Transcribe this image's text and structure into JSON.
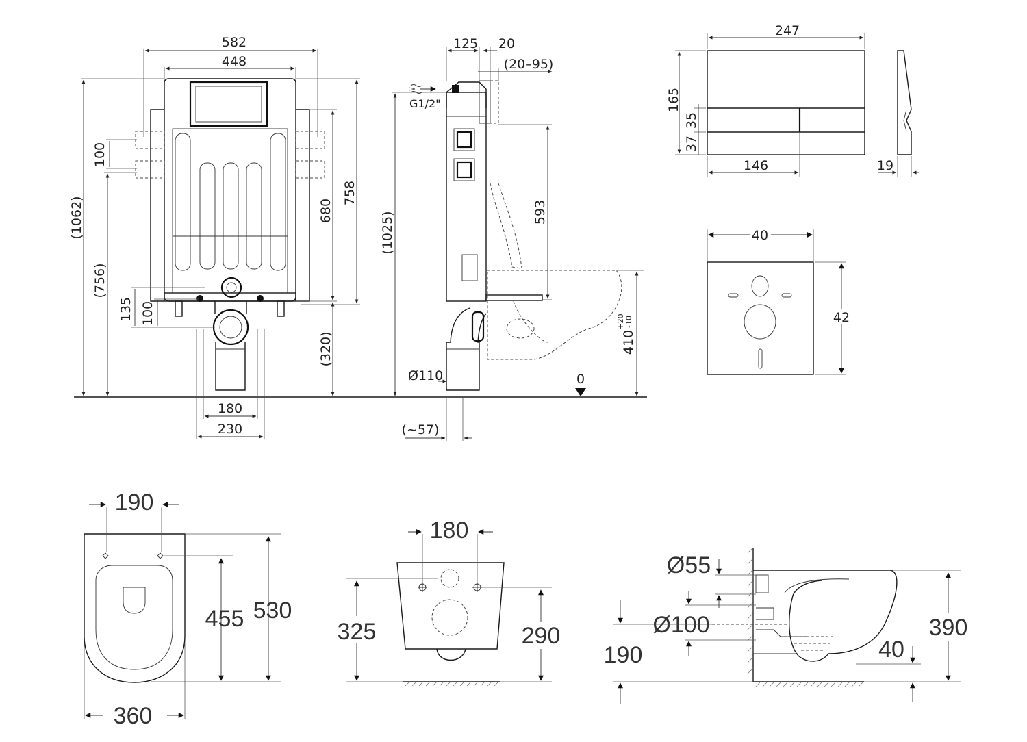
{
  "frame_front": {
    "w_582": "582",
    "w_448": "448",
    "h_1062": "(1062)",
    "h_756": "(756)",
    "h_100_top": "100",
    "h_135": "135",
    "h_100_bot": "100",
    "h_680": "680",
    "h_758": "758",
    "h_320": "(320)",
    "w_180": "180",
    "w_230": "230"
  },
  "frame_side": {
    "w_125": "125",
    "w_20": "20",
    "w_20_95": "(20–95)",
    "inlet": "G1/2\"",
    "h_1025": "(1025)",
    "h_593": "593",
    "pipe": "Ø110",
    "offset_57": "(~57)",
    "floor_zero": "0",
    "h_410": "410",
    "tol_plus": "+20",
    "tol_minus": "-10"
  },
  "flush_plate": {
    "w_247": "247",
    "h_165": "165",
    "h_35": "35",
    "h_37": "37",
    "w_146": "146",
    "depth_19": "19"
  },
  "sound_mat": {
    "w_40": "40",
    "h_42": "42"
  },
  "bowl_top": {
    "w_190": "190",
    "h_455": "455",
    "h_530": "530",
    "w_360": "360"
  },
  "bowl_back": {
    "w_180": "180",
    "h_325": "325",
    "h_290": "290"
  },
  "bowl_side": {
    "d_55": "Ø55",
    "d_100": "Ø100",
    "h_190": "190",
    "h_390": "390",
    "h_40": "40"
  }
}
